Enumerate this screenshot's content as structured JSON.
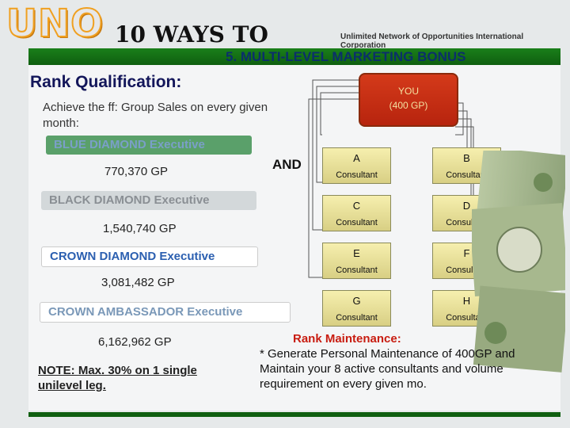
{
  "header": {
    "logo": "UNO",
    "title": "10 WAYS TO EARN",
    "corporation": "Unlimited Network of Opportunities International Corporation",
    "section": "5. MULTI-LEVEL MARKETING  BONUS"
  },
  "rank": {
    "heading": "Rank Qualification:",
    "intro": "Achieve the ff:  Group Sales on every given month:",
    "levels": [
      {
        "name": "BLUE DIAMOND Executive",
        "gp": "770,370 GP"
      },
      {
        "name": "BLACK DIAMOND Executive",
        "gp": "1,540,740 GP"
      },
      {
        "name": "CROWN DIAMOND Executive",
        "gp": "3,081,482 GP"
      },
      {
        "name": "CROWN AMBASSADOR Executive",
        "gp": "6,162,962 GP"
      }
    ],
    "and": "AND",
    "note": "NOTE: Max. 30% on 1 single unilevel leg."
  },
  "network": {
    "you": {
      "line1": "YOU",
      "line2": "(400 GP)"
    },
    "consultants": [
      {
        "letter": "A",
        "role": "Consultant"
      },
      {
        "letter": "B",
        "role": "Consultant"
      },
      {
        "letter": "C",
        "role": "Consultant"
      },
      {
        "letter": "D",
        "role": "Consultant"
      },
      {
        "letter": "E",
        "role": "Consultant"
      },
      {
        "letter": "F",
        "role": "Consultant"
      },
      {
        "letter": "G",
        "role": "Consultant"
      },
      {
        "letter": "H",
        "role": "Consultant"
      }
    ]
  },
  "maintenance": {
    "title": "Rank Maintenance:",
    "text": "* Generate Personal Maintenance of  400GP and Maintain your 8 active consultants and volume requirement on every given mo."
  },
  "colors": {
    "banner": "#1a7f1a",
    "you_box": "#c42e14",
    "consultant_box": "#e8df98",
    "maintenance_title": "#c81c10"
  }
}
